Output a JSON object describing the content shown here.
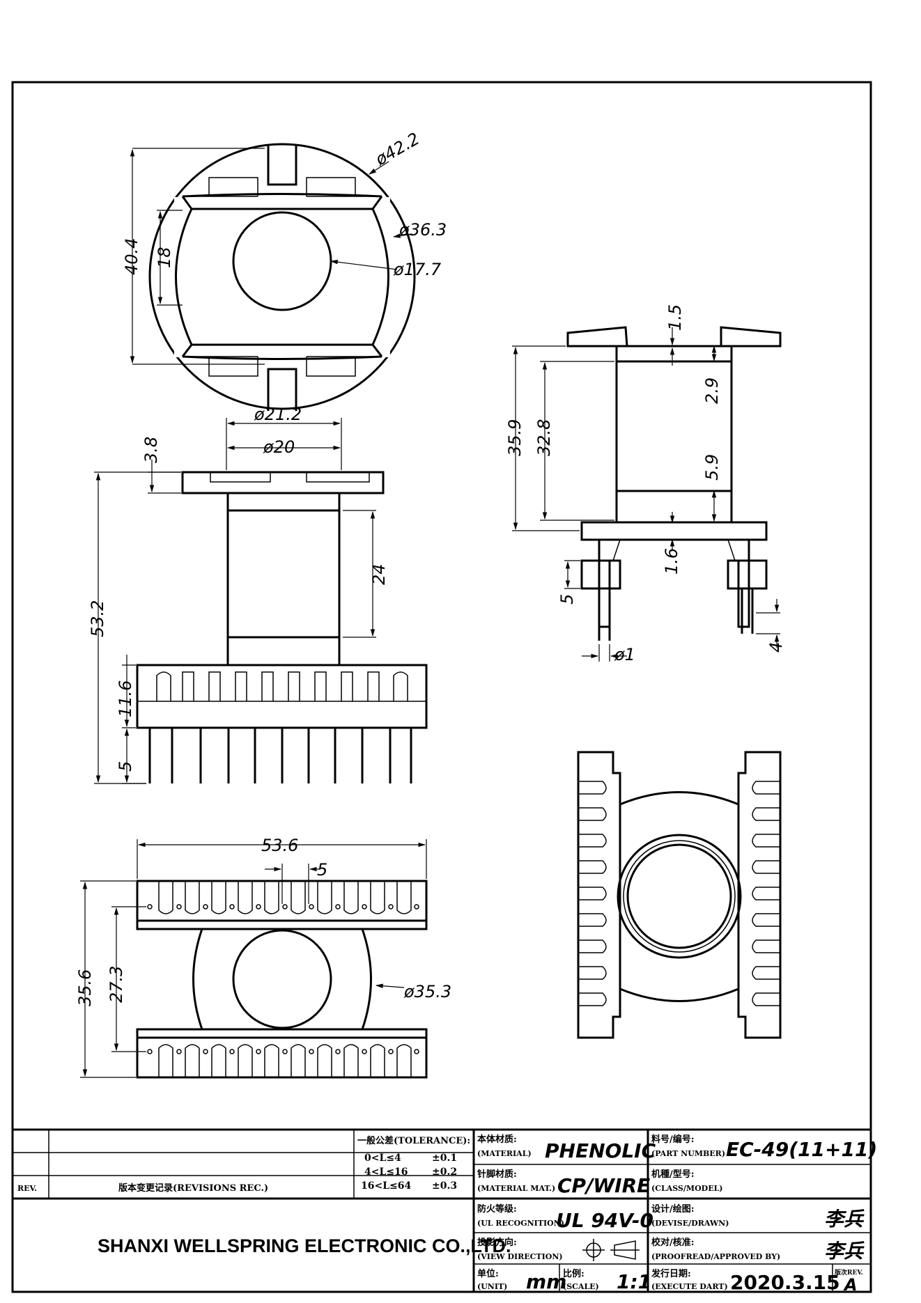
{
  "dimensions": {
    "top_view": {
      "d_outer": "ø42.2",
      "d_mid": "ø36.3",
      "d_inner": "ø17.7",
      "height": "40.4",
      "slot": "18"
    },
    "front_view": {
      "d_flange": "ø21.2",
      "d_core": "ø20",
      "flange_thk": "3.8",
      "total_height": "53.2",
      "core_len": "24",
      "base_h": "11.6",
      "pin_len": "5"
    },
    "side_view": {
      "flange_thk": "1.5",
      "gap_top": "2.9",
      "h_total": "35.9",
      "h_inner": "32.8",
      "gap_bottom": "5.9",
      "base_thk": "1.6",
      "pin_len": "5",
      "pin_d": "ø1",
      "pin_off": "4"
    },
    "bottom_view": {
      "width": "53.6",
      "pitch": "5",
      "depth": "35.6",
      "inner_depth": "27.3",
      "d_body": "ø35.3"
    }
  },
  "title_block": {
    "tolerance_title": "一般公差(TOLERANCE):",
    "tolerances": [
      {
        "range": "0<L≤4",
        "value": "±0.1"
      },
      {
        "range": "4<L≤16",
        "value": "±0.2"
      },
      {
        "range": "16<L≤64",
        "value": "±0.3"
      }
    ],
    "rev_label": "REV.",
    "revisions_label": "版本变更记录(REVISIONS REC.)",
    "material_zh": "本体材质:",
    "material_en": "(MATERIAL)",
    "material_value": "PHENOLIC",
    "pin_material_zh": "针脚材质:",
    "pin_material_en": "(MATERIAL MAT.)",
    "pin_material_value": "CP/WIRE",
    "fire_zh": "防火等级:",
    "fire_en": "(UL RECOGNITION)",
    "fire_value": "UL 94V-0",
    "view_zh": "投影方向:",
    "view_en": "(VIEW DIRECTION)",
    "unit_zh": "单位:",
    "unit_en": "(UNIT)",
    "unit_value": "mm",
    "scale_zh": "比例:",
    "scale_en": "(SCALE)",
    "scale_value": "1:1",
    "part_zh": "料号/编号:",
    "part_en": "(PART NUMBER)",
    "part_value": "EC-49(11+11)",
    "class_zh": "机種/型号:",
    "class_en": "(CLASS/MODEL)",
    "design_zh": "设计/绘图:",
    "design_en": "(DEVISE/DRAWN)",
    "design_value": "李兵",
    "check_zh": "校对/核准:",
    "check_en": "(PROOFREAD/APPROVED BY)",
    "check_value": "李兵",
    "date_zh": "发行日期:",
    "date_en": "(EXECUTE DART)",
    "date_value": "2020.3.15",
    "revision_zh": "版次REV.",
    "revision_value": "A",
    "company": "SHANXI WELLSPRING ELECTRONIC CO.,LTD."
  }
}
